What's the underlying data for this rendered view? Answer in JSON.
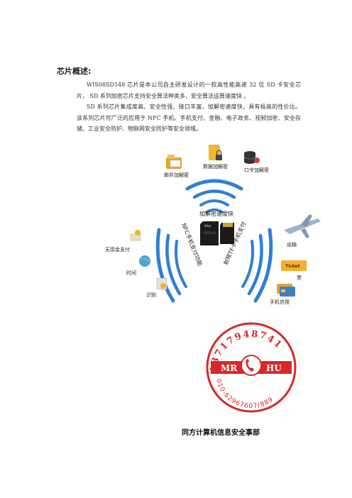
{
  "doc": {
    "title": "芯片概述:",
    "para1": "WIS08SD548 芯片是本公司自主研发设计的一款高性能高速 32 位 SD 卡安全芯片。 SD 系列加密芯片支持安全算法种类多，安全算法运算速度快 。",
    "para2": "SD 系列芯片集成度高、安全性强、接口丰富、加解密速度快，具有极高的性价比。该系列芯片可广泛的应用于 NFC 手机、手机支付、金融、电子政务、视频加密、安全存储、工业安全防护、物联网安全防护等安全领域。",
    "footer": "同方计算机信息安全事部"
  },
  "diagram": {
    "top_labels": [
      "邮件加解密",
      "数据加解密",
      "口令加解密"
    ],
    "center_label": "加解密速度快",
    "left_arc_label": "NFC手机支付功能",
    "right_arc_label": "射频TF卡手机支付",
    "left_labels": [
      "无现金支付",
      "时间",
      "识别"
    ],
    "right_labels": [
      "运输",
      "票",
      "手机信用"
    ],
    "ticket_text": "Ticket",
    "card_text": "Wise"
  },
  "stamp": {
    "phone": "13717948741",
    "left_name": "MR",
    "right_name": "HU",
    "bottom": "010-62967607/889",
    "color": "#d42a2a"
  }
}
